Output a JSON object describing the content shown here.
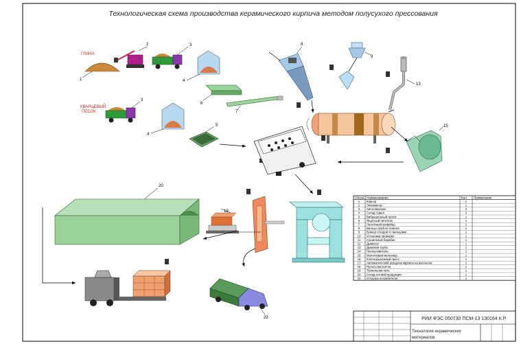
{
  "title": "Технологическая схема производства керамического кирпича методом полусухого прессования",
  "materials": {
    "clay": "ГЛИНА",
    "sand_line1": "КВАРЦЕВЫЙ",
    "sand_line2": "ПЕСОК"
  },
  "callouts": {
    "c1": "1",
    "c2": "2",
    "c3a": "3",
    "c3b": "3",
    "c4a": "4",
    "c4b": "4",
    "c5": "5",
    "c6": "6",
    "c7": "7",
    "c8": "8",
    "c9": "9",
    "c13": "13",
    "c15": "15",
    "c19": "19",
    "c20": "20",
    "c22": "22"
  },
  "spec_table": {
    "headers": [
      "Обозн.",
      "Наименование",
      "Кол.",
      "Примечание"
    ],
    "rows": [
      {
        "num": "1",
        "name": "Карьер",
        "qty": "1"
      },
      {
        "num": "2",
        "name": "Экскаватор",
        "qty": "1"
      },
      {
        "num": "3",
        "name": "Автосамосвал",
        "qty": "2"
      },
      {
        "num": "4",
        "name": "Склад сырья",
        "qty": "2"
      },
      {
        "num": "5",
        "name": "Вибрационный грохот",
        "qty": "1"
      },
      {
        "num": "6",
        "name": "Ящичный питатель",
        "qty": "1"
      },
      {
        "num": "7",
        "name": "Ленточный конвейер",
        "qty": "1"
      },
      {
        "num": "8",
        "name": "Вальцы грубого помола",
        "qty": "1"
      },
      {
        "num": "9",
        "name": "Бункер отходов от вальцовки",
        "qty": "1"
      },
      {
        "num": "10",
        "name": "Установка проверки",
        "qty": "1"
      },
      {
        "num": "11",
        "name": "Сушильный барабан",
        "qty": "1"
      },
      {
        "num": "12",
        "name": "Дымосос",
        "qty": "1"
      },
      {
        "num": "13",
        "name": "Дымовая труба",
        "qty": "1"
      },
      {
        "num": "14",
        "name": "Пылеуловитель",
        "qty": "1"
      },
      {
        "num": "15",
        "name": "Молотковая мельница",
        "qty": "1"
      },
      {
        "num": "16",
        "name": "Коленорычажный пресс",
        "qty": "1"
      },
      {
        "num": "17",
        "name": "Автоматический укладчик кирпича на вагонетки",
        "qty": "1"
      },
      {
        "num": "18",
        "name": "Пульты вагонетки",
        "qty": "1"
      },
      {
        "num": "19",
        "name": "Туннельная печь",
        "qty": "1"
      },
      {
        "num": "20",
        "name": "Склад готовой продукции",
        "qty": "1"
      },
      {
        "num": "22",
        "name": "Отгрузка потребителю",
        "qty": "1"
      }
    ]
  },
  "stamp": {
    "code": "РИИ ФЭС 050730 ПСМ-13 130164 К.Р.",
    "line1": "Технология керамических",
    "line2": "материалов"
  }
}
